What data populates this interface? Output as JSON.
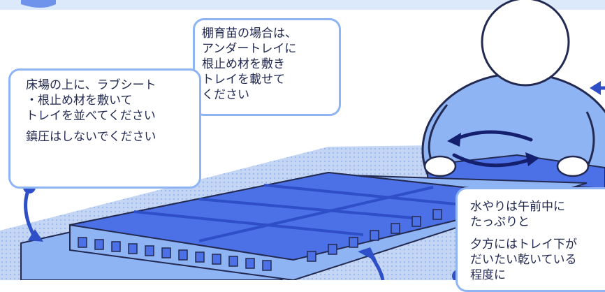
{
  "palette": {
    "top_band": "#dbe9fb",
    "dotted_ground": "#c4d6f3",
    "tray_top": "#4c71e6",
    "tray_side": "#8fb4f3",
    "divider": "#2f4fc8",
    "person_body": "#8fb4f3",
    "outline": "#232a52",
    "bubble_border": "#8fb4f3",
    "pointer_dot": "#2f4fc8"
  },
  "callouts": {
    "seedling": {
      "lines": [
        "棚育苗の場合は、",
        "アンダートレイに",
        "根止め材を敷き",
        "トレイを載せて",
        "ください"
      ]
    },
    "floor": {
      "lines": [
        "床場の上に、ラブシート",
        "・根止め材を敷いて",
        "トレイを並べてください"
      ],
      "note": "鎮圧はしないでください"
    },
    "watering": {
      "lines": [
        "水やりは午前中に",
        "たっぷりと"
      ],
      "evening_lines": [
        "夕方にはトレイ下が",
        "だいたい乾いている",
        "程度に"
      ]
    }
  },
  "icons": {
    "rotation_arrows": "rotate-icon",
    "pointer_arrows": "pointer-arrow-icon"
  }
}
